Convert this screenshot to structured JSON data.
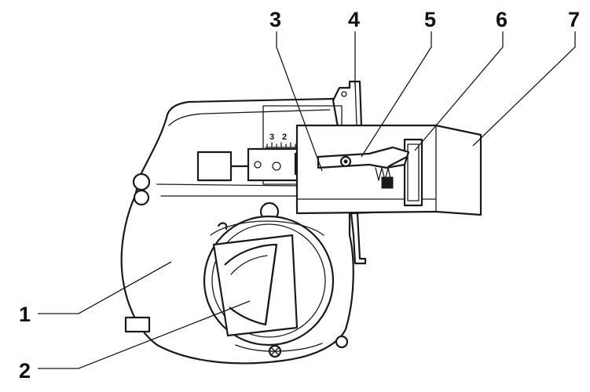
{
  "callouts": {
    "n1": "1",
    "n2": "2",
    "n3": "3",
    "n4": "4",
    "n5": "5",
    "n6": "6",
    "n7": "7"
  },
  "scale": {
    "tick_3": "3",
    "tick_2": "2"
  },
  "colors": {
    "line": "#1a1a1a",
    "background": "#ffffff"
  }
}
